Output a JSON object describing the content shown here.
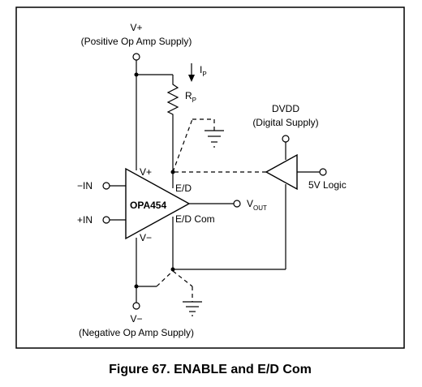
{
  "labels": {
    "vplus_top": "V+",
    "pos_supply": "(Positive Op Amp Supply)",
    "ip_main": "I",
    "ip_sub": "P",
    "rp_main": "R",
    "rp_sub": "P",
    "dvdd": "DVDD",
    "digital_supply": "(Digital Supply)",
    "minus_in": "−IN",
    "plus_in": "+IN",
    "opamp_vplus": "V+",
    "opamp_vminus": "V−",
    "part": "OPA454",
    "ed": "E/D",
    "edcom": "E/D Com",
    "vout_main": "V",
    "vout_sub": "OUT",
    "logic": "5V Logic",
    "vminus_bottom": "V−",
    "neg_supply": "(Negative Op Amp Supply)"
  },
  "caption": "Figure 67. ENABLE and E/D Com"
}
